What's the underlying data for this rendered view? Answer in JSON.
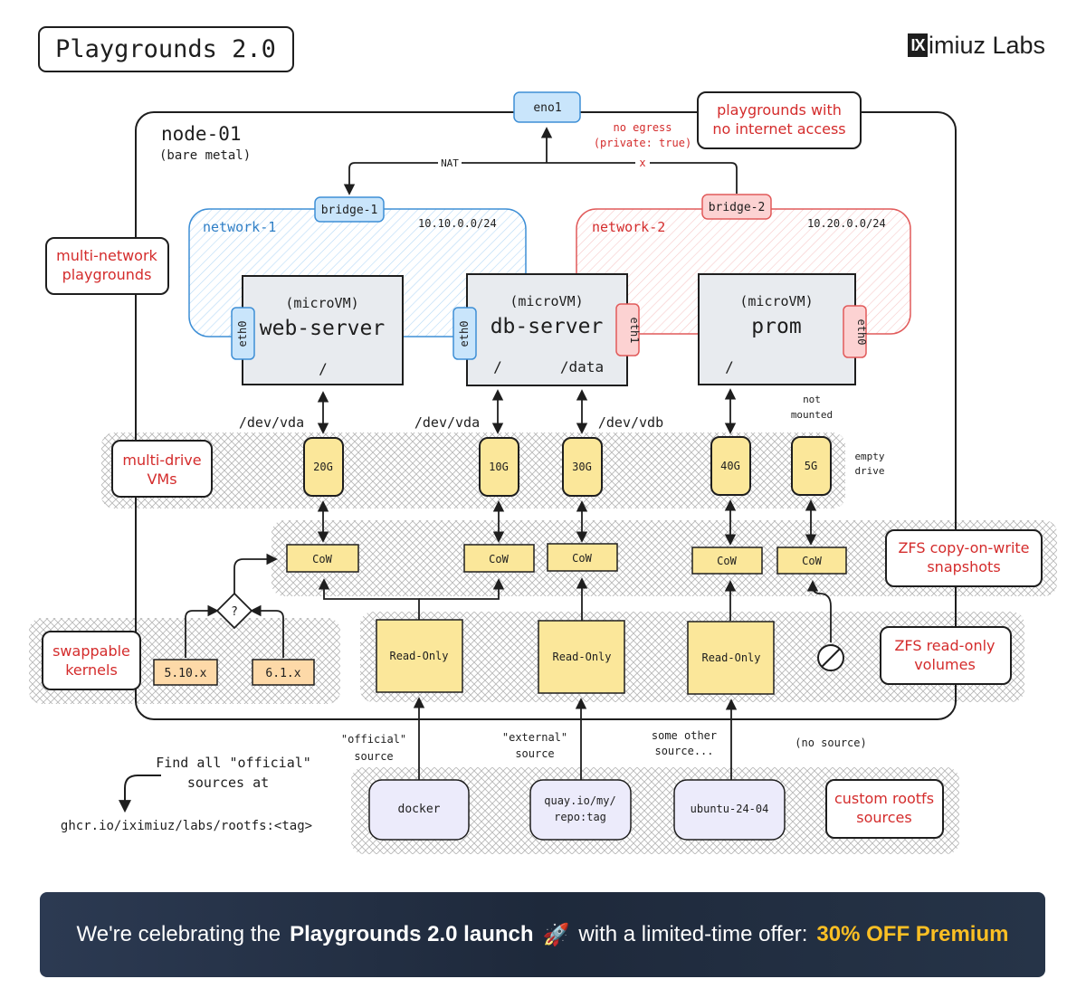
{
  "title": "Playgrounds 2.0",
  "brand": {
    "logo_letters": "IX",
    "name": "imiuz Labs"
  },
  "node": {
    "name": "node-01",
    "subtitle": "(bare metal)"
  },
  "eno1": "eno1",
  "nat_label": "NAT",
  "blocked_label": "x",
  "no_egress": [
    "no egress",
    "(private: true)"
  ],
  "network1": {
    "name": "network-1",
    "bridge": "bridge-1",
    "cidr": "10.10.0.0/24"
  },
  "network2": {
    "name": "network-2",
    "bridge": "bridge-2",
    "cidr": "10.20.0.0/24"
  },
  "vms": [
    {
      "kind": "(microVM)",
      "name": "web-server",
      "mounts": [
        "/"
      ],
      "ifaces": [
        "eth0"
      ]
    },
    {
      "kind": "(microVM)",
      "name": "db-server",
      "mounts": [
        "/",
        "/data"
      ],
      "ifaces": [
        "eth0",
        "eth1"
      ]
    },
    {
      "kind": "(microVM)",
      "name": "prom",
      "mounts": [
        "/"
      ],
      "ifaces": [
        "eth0"
      ]
    }
  ],
  "devices": [
    "/dev/vda",
    "/dev/vda",
    "/dev/vdb"
  ],
  "not_mounted": [
    "not",
    "mounted"
  ],
  "empty_drive": [
    "empty",
    "drive"
  ],
  "drives": [
    "20G",
    "10G",
    "30G",
    "40G",
    "5G"
  ],
  "cow_label": "CoW",
  "readonly_label": "Read-Only",
  "kernels": [
    "5.10.x",
    "6.1.x"
  ],
  "kernel_choice": "?",
  "callouts": {
    "internet": [
      "playgrounds with",
      "no internet access"
    ],
    "multinet": [
      "multi-network",
      "playgrounds"
    ],
    "multidrive": [
      "multi-drive",
      "VMs"
    ],
    "zfs_cow": [
      "ZFS copy-on-write",
      "snapshots"
    ],
    "kernels": [
      "swappable",
      "kernels"
    ],
    "zfs_ro": [
      "ZFS read-only",
      "volumes"
    ],
    "custom": [
      "custom rootfs",
      "sources"
    ]
  },
  "source_labels": [
    [
      "\"official\"",
      "source"
    ],
    [
      "\"external\"",
      "source"
    ],
    [
      "some other",
      "source..."
    ],
    [
      "(no source)"
    ]
  ],
  "sources": [
    [
      "docker"
    ],
    [
      "quay.io/my/",
      "repo:tag"
    ],
    [
      "ubuntu-24-04"
    ]
  ],
  "find_note": [
    "Find all \"official\"",
    "sources at"
  ],
  "registry": "ghcr.io/iximiuz/labs/rootfs:<tag>",
  "banner": {
    "prefix": "We're celebrating the",
    "launch": "Playgrounds 2.0 launch",
    "emoji": "🚀",
    "middle": "with a limited-time offer:",
    "offer": "30% OFF Premium"
  },
  "colors": {
    "vm_fill": "#e8ebef",
    "drive_fill": "#fbe79a",
    "cow_fill": "#fbe79a",
    "source_fill": "#ecebfb",
    "kernel_fill": "#fdd9a8",
    "net1": "#3e8fd6",
    "net1_fill": "#c9e5fb",
    "net2": "#e15a5a",
    "net2_fill": "#fcd2d2",
    "callout_text": "#d42c2c",
    "banner_accent": "#fbbf24"
  }
}
